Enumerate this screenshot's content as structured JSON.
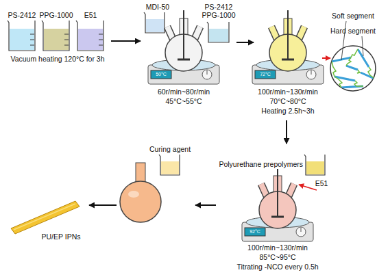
{
  "diagram": {
    "nodes": [
      {
        "text": [
          "PS-2412",
          "PPG-1000",
          "E51",
          "Vacuum heating 120°C for 3h"
        ]
      },
      {
        "text": [
          "50°C",
          "60r/min~80r/min",
          "45°C~55°C"
        ]
      },
      {
        "text": [
          "MDI-50"
        ],
        "in": 1
      },
      {
        "text": [
          "PS-2412 PPG-1000"
        ],
        "in": 1
      },
      {
        "text": [
          "72°C",
          "100r/min~130r/min",
          "70°C~80°C",
          "Heating 2.5h~3h"
        ]
      },
      {
        "text": [
          "Soft segment",
          "Hard segment"
        ]
      },
      {
        "text": [
          "92°C",
          "100r/min~130r/min",
          "85°C~95°C",
          "Titrating -NCO every 0.5h"
        ]
      },
      {
        "text": [
          "Polyurethane prepolymers"
        ],
        "in": 6
      },
      {
        "text": [
          "Curing agent"
        ]
      },
      {
        "text": [
          "PU/EP IPNs"
        ]
      }
    ],
    "edges": [
      {
        "from": 0,
        "to": 1,
        "arrow": "to"
      },
      {
        "from": 1,
        "to": 4,
        "arrow": "to"
      },
      {
        "from": 4,
        "to": 5,
        "arrow": "to"
      },
      {
        "from": 4,
        "to": 6,
        "arrow": "to"
      },
      {
        "from": 6,
        "to": 8,
        "arrow": "to"
      },
      {
        "from": 8,
        "to": 9,
        "arrow": "to"
      }
    ],
    "labels": [
      "E51"
    ]
  }
}
